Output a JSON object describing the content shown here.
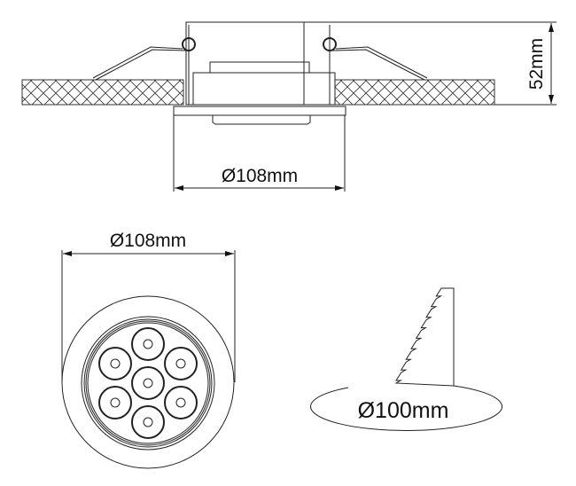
{
  "side_view": {
    "width_label": "Ø108mm",
    "height_label": "52mm"
  },
  "front_view": {
    "width_label": "Ø108mm",
    "led_count": 7
  },
  "cutout": {
    "hole_label": "Ø100mm"
  }
}
